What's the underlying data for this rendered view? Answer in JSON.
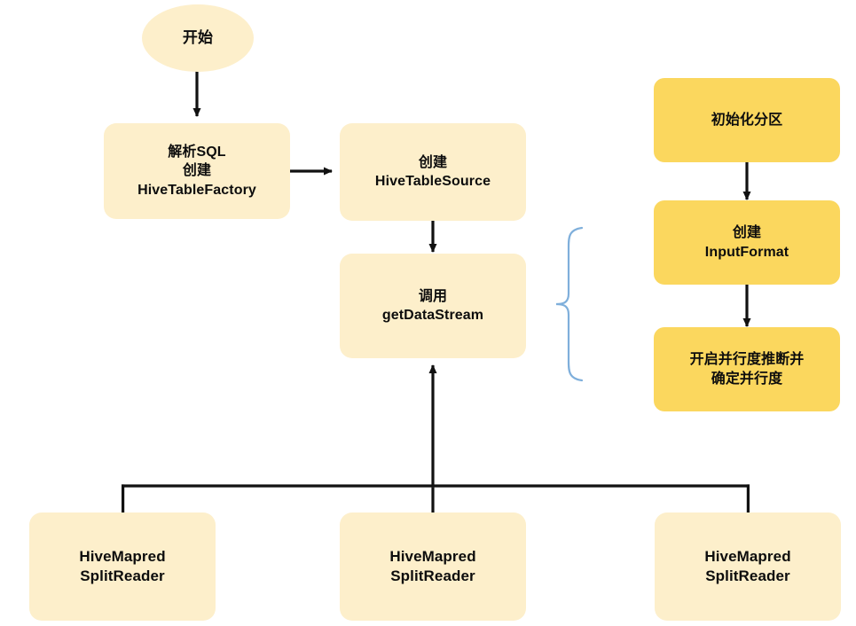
{
  "diagram": {
    "title_present": false,
    "background_color": "#ffffff",
    "palette": {
      "cream_fill": "#fdefcb",
      "gold_fill": "#fbd75e",
      "connector": "#111111",
      "brace": "#7fafdb",
      "text": "#0d0d0d"
    },
    "nodes": {
      "start": {
        "label": "开始",
        "shape": "ellipse",
        "fill": "cream"
      },
      "parse_sql": {
        "label": "解析SQL\n创建\nHiveTableFactory",
        "shape": "rounded-rect",
        "fill": "cream"
      },
      "create_source": {
        "label": "创建\nHiveTableSource",
        "shape": "rounded-rect",
        "fill": "cream"
      },
      "get_data_stream": {
        "label": "调用\ngetDataStream",
        "shape": "rounded-rect",
        "fill": "cream"
      },
      "init_partition": {
        "label": "初始化分区",
        "shape": "rounded-rect",
        "fill": "gold"
      },
      "create_input_format": {
        "label": "创建\nInputFormat",
        "shape": "rounded-rect",
        "fill": "gold"
      },
      "parallelism": {
        "label": "开启并行度推断并\n确定并行度",
        "shape": "rounded-rect",
        "fill": "gold"
      },
      "split_reader_left": {
        "label": "HiveMapred\nSplitReader",
        "shape": "rounded-rect",
        "fill": "cream"
      },
      "split_reader_middle": {
        "label": "HiveMapred\nSplitReader",
        "shape": "rounded-rect",
        "fill": "cream"
      },
      "split_reader_right": {
        "label": "HiveMapred\nSplitReader",
        "shape": "rounded-rect",
        "fill": "cream"
      }
    },
    "edges": [
      {
        "from": "start",
        "to": "parse_sql",
        "style": "arrow-down"
      },
      {
        "from": "parse_sql",
        "to": "create_source",
        "style": "arrow-right"
      },
      {
        "from": "create_source",
        "to": "get_data_stream",
        "style": "arrow-down"
      },
      {
        "from": "init_partition",
        "to": "create_input_format",
        "style": "arrow-down"
      },
      {
        "from": "create_input_format",
        "to": "parallelism",
        "style": "arrow-down"
      },
      {
        "from": "split_reader_left",
        "to": "get_data_stream",
        "style": "bus-arrow-up"
      },
      {
        "from": "split_reader_middle",
        "to": "get_data_stream",
        "style": "bus-arrow-up"
      },
      {
        "from": "split_reader_right",
        "to": "get_data_stream",
        "style": "bus-arrow-up"
      }
    ],
    "annotations": [
      {
        "name": "expansion-brace",
        "type": "curly-brace",
        "orientation": "left",
        "color": "#7fafdb",
        "links": "get_data_stream-to-right-column"
      }
    ]
  }
}
